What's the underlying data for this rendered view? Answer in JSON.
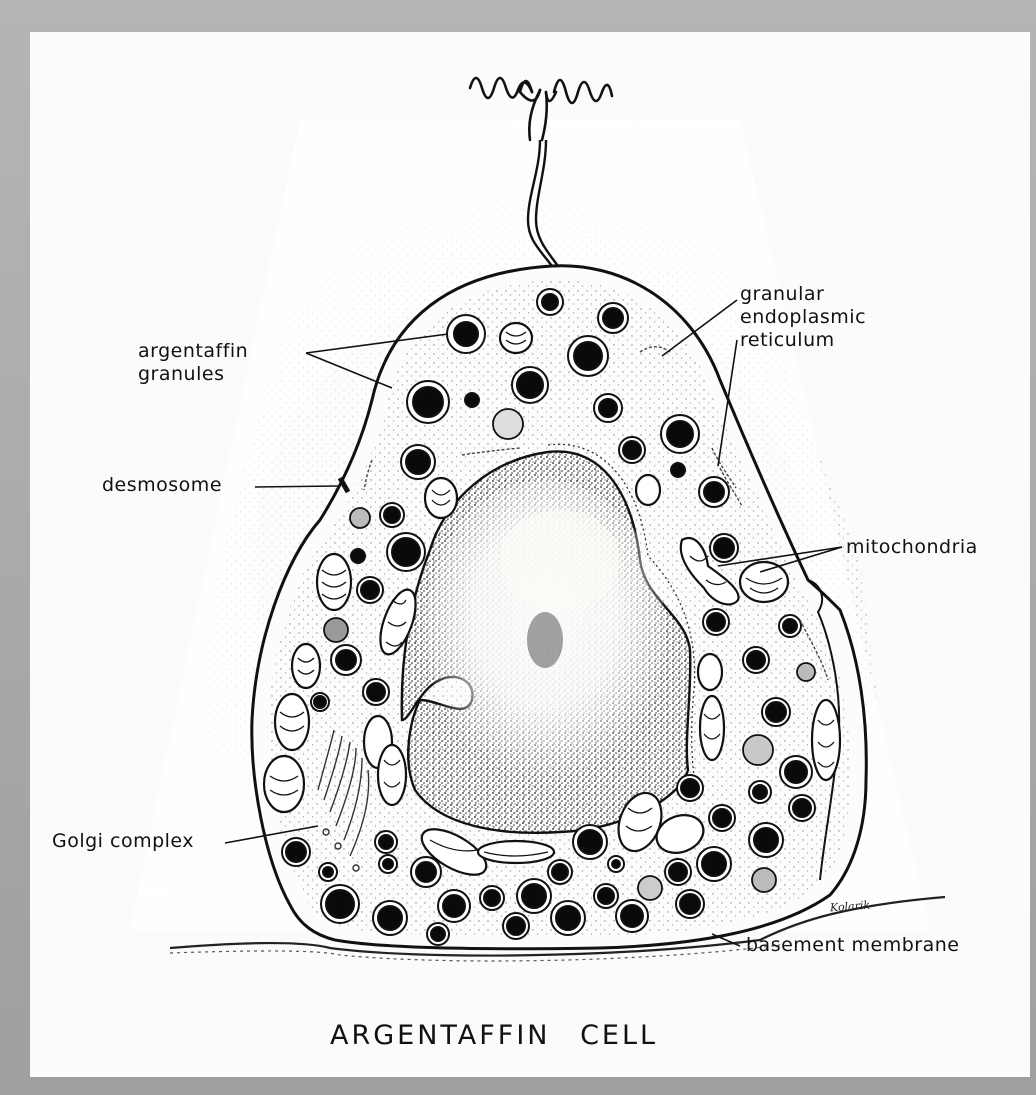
{
  "diagram": {
    "title": "ARGENTAFFIN CELL",
    "signature": "Kolarik",
    "labels": {
      "granular_er": [
        "granular",
        "endoplasmic",
        "reticulum"
      ],
      "argentaffin_granules": [
        "argentaffin",
        "granules"
      ],
      "desmosome": "desmosome",
      "mitochondria": "mitochondria",
      "golgi_complex": "Golgi complex",
      "basement_membrane": "basement membrane"
    }
  }
}
